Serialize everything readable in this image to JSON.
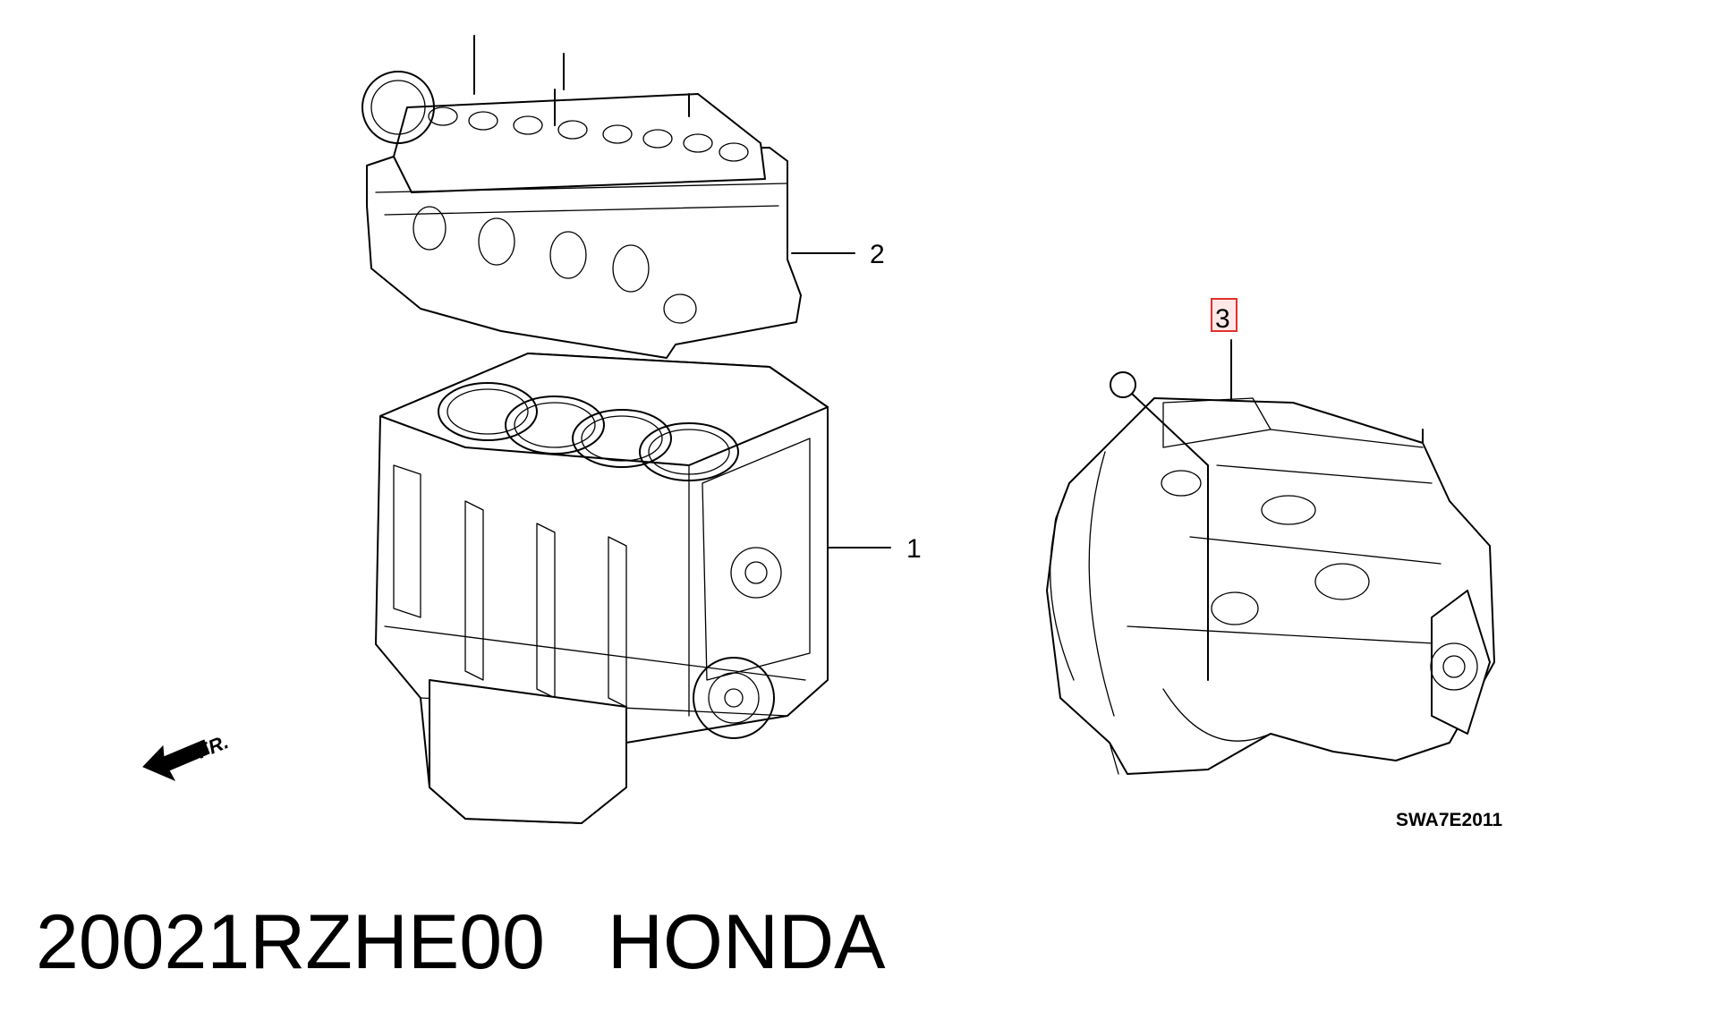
{
  "diagram": {
    "callouts": [
      {
        "id": "1",
        "label": "1"
      },
      {
        "id": "2",
        "label": "2"
      },
      {
        "id": "3",
        "label": "3",
        "highlighted": true
      }
    ],
    "diagram_code": "SWA7E2011",
    "direction_label": "FR.",
    "parts": [
      {
        "callout": "1",
        "icon": "engine-block-icon"
      },
      {
        "callout": "2",
        "icon": "cylinder-head-icon"
      },
      {
        "callout": "3",
        "icon": "transmission-icon"
      }
    ],
    "highlight_color": "#e0312b"
  },
  "caption": {
    "part_number": "20021RZHE00",
    "brand": "HONDA"
  }
}
